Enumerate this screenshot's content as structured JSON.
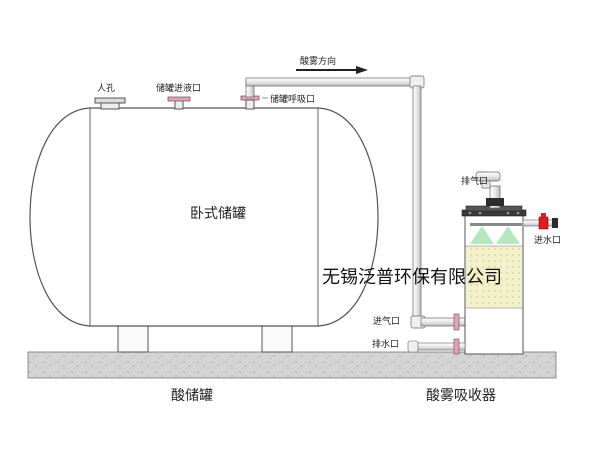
{
  "labels": {
    "manhole": "人孔",
    "tank_inlet": "储罐进液口",
    "tank_breather": "储罐呼吸口",
    "fog_direction": "酸雾方向",
    "tank_name": "卧式储罐",
    "exhaust": "排气口",
    "water_inlet": "进水口",
    "gas_inlet": "进气口",
    "water_outlet": "排水口",
    "company": "无锡泛普环保有限公司",
    "tank_caption": "酸储罐",
    "absorber_caption": "酸雾吸收器"
  },
  "colors": {
    "ground": "#d6d6d6",
    "tank_fill": "#ffffff",
    "tank_stroke": "#555555",
    "packing": "#f2efc9",
    "spray": "#a9e3b6",
    "valve_red": "#d81f26",
    "flange_pink": "#e9a0b4",
    "pipe": "#f4f4f4",
    "dark": "#2c2c2c"
  }
}
